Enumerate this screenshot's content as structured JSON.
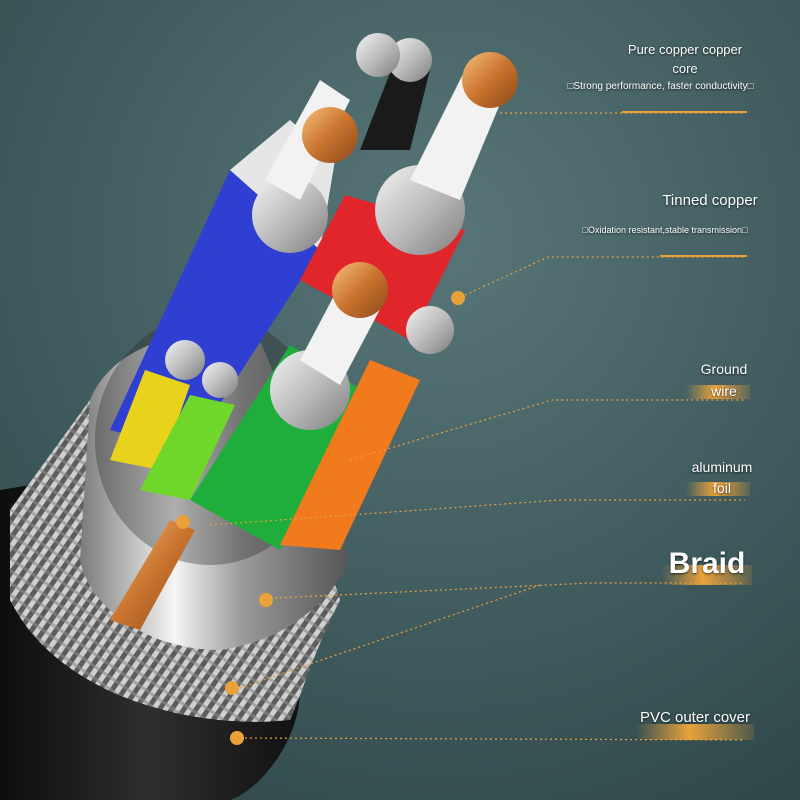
{
  "labels": {
    "copper": {
      "title_line1": "Pure copper copper",
      "title_line2": "core",
      "note": "□Strong performance, faster conductivity□"
    },
    "tinned": {
      "title": "Tinned copper",
      "note": "□Oxidation resistant,stable transmission□"
    },
    "ground": {
      "line1": "Ground",
      "line2": "wire"
    },
    "foil": {
      "line1": "aluminum",
      "line2": "foil"
    },
    "braid": {
      "title": "Braid"
    },
    "pvc": {
      "title": "PVC outer cover"
    }
  },
  "colors": {
    "background": "#3a5557",
    "accent": "#e9a23a",
    "cable_jacket": "#1b1b1b",
    "insulation_blue": "#2f3fd2",
    "insulation_red": "#e0262b",
    "insulation_green": "#1fae3b",
    "insulation_orange": "#f07a1c",
    "insulation_yellow": "#e8d21c",
    "insulation_lime": "#6fd62a",
    "insulation_white": "#f2f2f2",
    "conductor_copper": "#d98a3e",
    "conductor_tinned": "#c9c9c9"
  }
}
